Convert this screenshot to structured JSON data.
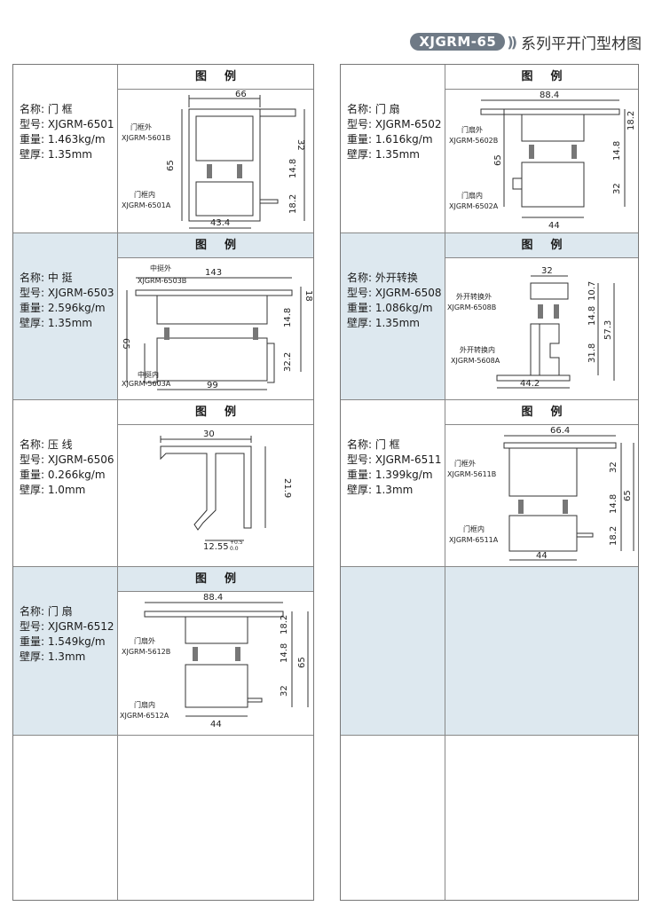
{
  "header": {
    "badge": "XJGRM-65",
    "chevrons": "))",
    "title": "系列平开门型材图"
  },
  "legend_label": "图例",
  "left_column": [
    {
      "name": "名称: 门 框",
      "model": "型号: XJGRM-6501",
      "weight": "重量: 1.463kg/m",
      "thickness": "壁厚: 1.35mm",
      "labels": [
        "门框外",
        "XJGRM-5601B",
        "门框内",
        "XJGRM-6501A"
      ],
      "dims": [
        "66",
        "32",
        "65",
        "14.8",
        "18.2",
        "43.4"
      ]
    },
    {
      "name": "名称: 中 挺",
      "model": "型号: XJGRM-6503",
      "weight": "重量: 2.596kg/m",
      "thickness": "壁厚: 1.35mm",
      "labels": [
        "中挺外",
        "XJGRM-6503B",
        "中挺内",
        "XJGRM-5603A"
      ],
      "dims": [
        "143",
        "18",
        "65",
        "14.8",
        "32.2",
        "99"
      ]
    },
    {
      "name": "名称: 压 线",
      "model": "型号: XJGRM-6506",
      "weight": "重量: 0.266kg/m",
      "thickness": "壁厚: 1.0mm",
      "labels": [],
      "dims": [
        "30",
        "21.9",
        "12.55",
        "+0.5",
        "0.0"
      ]
    },
    {
      "name": "名称: 门 扇",
      "model": "型号: XJGRM-6512",
      "weight": "重量: 1.549kg/m",
      "thickness": "壁厚: 1.3mm",
      "labels": [
        "门扇外",
        "XJGRM-5612B",
        "门扇内",
        "XJGRM-6512A"
      ],
      "dims": [
        "88.4",
        "18.2",
        "14.8",
        "65",
        "32",
        "44"
      ]
    }
  ],
  "right_column": [
    {
      "name": "名称: 门 扇",
      "model": "型号: XJGRM-6502",
      "weight": "重量: 1.616kg/m",
      "thickness": "壁厚: 1.35mm",
      "labels": [
        "门扇外",
        "XJGRM-5602B",
        "门扇内",
        "XJGRM-6502A"
      ],
      "dims": [
        "88.4",
        "18.2",
        "14.8",
        "65",
        "32",
        "44"
      ]
    },
    {
      "name": "名称: 外开转换",
      "model": "型号: XJGRM-6508",
      "weight": "重量: 1.086kg/m",
      "thickness": "壁厚: 1.35mm",
      "labels": [
        "外开转换外",
        "XJGRM-6508B",
        "外开转换内",
        "XJGRM-5608A"
      ],
      "dims": [
        "32",
        "10.7",
        "14.8",
        "57.3",
        "31.8",
        "44.2"
      ]
    },
    {
      "name": "名称: 门 框",
      "model": "型号: XJGRM-6511",
      "weight": "重量: 1.399kg/m",
      "thickness": "壁厚: 1.3mm",
      "labels": [
        "门框外",
        "XJGRM-5611B",
        "门框内",
        "XJGRM-6511A"
      ],
      "dims": [
        "66.4",
        "32",
        "65",
        "14.8",
        "18.2",
        "44"
      ]
    }
  ]
}
